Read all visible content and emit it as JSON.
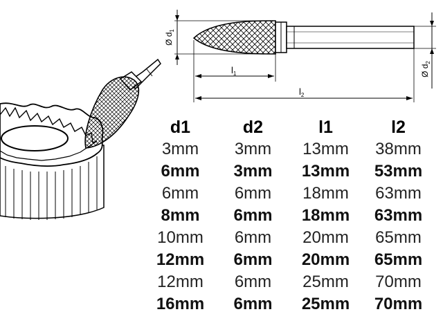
{
  "diagram": {
    "labels": {
      "d1": "Ø d",
      "d1_sub": "1",
      "d2": "Ø d",
      "d2_sub": "2",
      "l1": "l",
      "l1_sub": "1",
      "l2": "l",
      "l2_sub": "2"
    }
  },
  "table": {
    "headers": [
      "d1",
      "d2",
      "l1",
      "l2"
    ],
    "rows": [
      {
        "style": "light",
        "cells": [
          "3mm",
          "3mm",
          "13mm",
          "38mm"
        ]
      },
      {
        "style": "bold",
        "cells": [
          "6mm",
          "3mm",
          "13mm",
          "53mm"
        ]
      },
      {
        "style": "light",
        "cells": [
          "6mm",
          "6mm",
          "18mm",
          "63mm"
        ]
      },
      {
        "style": "bold",
        "cells": [
          "8mm",
          "6mm",
          "18mm",
          "63mm"
        ]
      },
      {
        "style": "light",
        "cells": [
          "10mm",
          "6mm",
          "20mm",
          "65mm"
        ]
      },
      {
        "style": "bold",
        "cells": [
          "12mm",
          "6mm",
          "20mm",
          "65mm"
        ]
      },
      {
        "style": "light",
        "cells": [
          "12mm",
          "6mm",
          "25mm",
          "70mm"
        ]
      },
      {
        "style": "bold",
        "cells": [
          "16mm",
          "6mm",
          "25mm",
          "70mm"
        ]
      }
    ]
  },
  "colors": {
    "ink": "#000000",
    "background": "#ffffff"
  }
}
